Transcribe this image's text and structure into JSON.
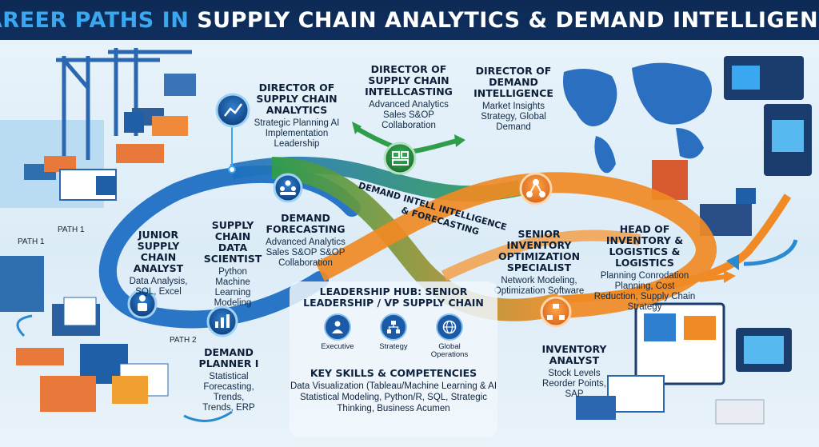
{
  "title": {
    "part1": "CAREER PATHS IN",
    "part2": "SUPPLY CHAIN ANALYTICS & DEMAND INTELLIGENCE"
  },
  "band": {
    "line1": "DEMAND INTELL INTELLIGENCE",
    "line2": "& FORECASTING"
  },
  "path_labels": {
    "path1a": "PATH 1",
    "path1b": "PATH 1",
    "path2": "PATH 2"
  },
  "roles": {
    "director_analytics": {
      "title": "DIRECTOR OF SUPPLY CHAIN ANALYTICS",
      "desc": "Strategic Planning AI Implementation Leadership"
    },
    "director_intellcasting": {
      "title": "DIRECTOR OF SUPPLY CHAIN INTELLCASTING",
      "desc": "Advanced Analytics Sales S&OP Collaboration"
    },
    "director_demand": {
      "title": "DIRECTOR OF DEMAND INTELLIGENCE",
      "desc": "Market Insights Strategy, Global Demand"
    },
    "junior_analyst": {
      "title": "JUNIOR SUPPLY CHAIN ANALYST",
      "desc": "Data Analysis, SQL, Excel"
    },
    "data_scientist": {
      "title": "SUPPLY CHAIN DATA SCIENTIST",
      "desc": "Python Machine Learning Modeling"
    },
    "demand_forecasting": {
      "title": "DEMAND FORECASTING",
      "desc": "Advanced Analytics Sales S&OP S&OP Collaboration"
    },
    "inventory_specialist": {
      "title": "SENIOR INVENTORY OPTIMIZATION SPECIALIST",
      "desc": "Network Modeling, Optimization Software"
    },
    "head_inventory": {
      "title": "HEAD OF INVENTORY & LOGISTICS & LOGISTICS",
      "desc": "Planning Conrodation Planning, Cost Reduction, Supply Chain Strategy"
    },
    "demand_planner": {
      "title": "DEMAND PLANNER I",
      "desc": "Statistical Forecasting, Trends, Trends, ERP"
    },
    "inventory_analyst": {
      "title": "INVENTORY ANALYST",
      "desc": "Stock Levels Reorder Points, SAP"
    }
  },
  "hub": {
    "title": "LEADERSHIP HUB: SENIOR LEADERSHIP / VP SUPPLY CHAIN",
    "items": [
      {
        "label": "Executive",
        "icon": "executive-icon"
      },
      {
        "label": "Strategy",
        "icon": "org-chart-icon"
      },
      {
        "label": "Global Operations",
        "icon": "globe-icon"
      }
    ],
    "skills_title": "KEY SKILLS & COMPETENCIES",
    "skills_desc": "Data Visualization (Tableau/Machine Learning & AI Statistical Modeling, Python/R, SQL, Strategic Thinking, Business Acumen"
  },
  "colors": {
    "blue_path": "#1f6fc4",
    "green_path": "#2e9e4a",
    "orange_path": "#f08a24",
    "navy": "#0d2a55",
    "accent": "#3aa8f0"
  }
}
